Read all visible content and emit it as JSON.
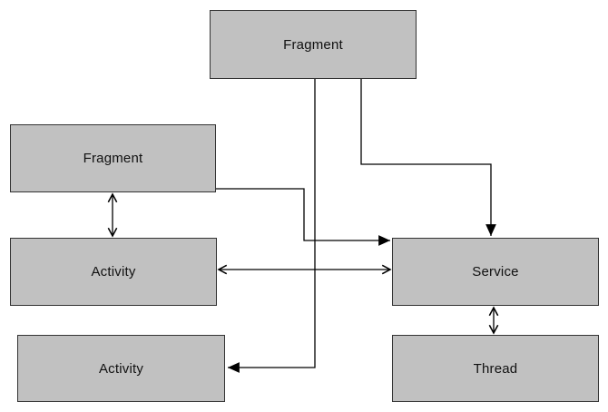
{
  "diagram": {
    "type": "component-diagram",
    "background_color": "#ffffff",
    "node_fill_color": "#c1c1c1",
    "node_border_color": "#333333",
    "connector_color": "#000000",
    "nodes": [
      {
        "id": "fragment-top",
        "label": "Fragment"
      },
      {
        "id": "fragment-left",
        "label": "Fragment"
      },
      {
        "id": "activity-middle",
        "label": "Activity"
      },
      {
        "id": "activity-bottom",
        "label": "Activity"
      },
      {
        "id": "service",
        "label": "Service"
      },
      {
        "id": "thread",
        "label": "Thread"
      }
    ],
    "connectors": [
      {
        "from": "fragment-left",
        "to": "activity-middle",
        "style": "double-open-arrow",
        "route": "vertical"
      },
      {
        "from": "activity-middle",
        "to": "service",
        "style": "double-open-arrow",
        "route": "horizontal"
      },
      {
        "from": "service",
        "to": "thread",
        "style": "double-open-arrow",
        "route": "vertical"
      },
      {
        "from": "fragment-top",
        "to": "service",
        "style": "filled-arrow-to-target",
        "route": "orthogonal-down-right-down"
      },
      {
        "from": "fragment-top",
        "to": "activity-bottom",
        "style": "filled-arrow-to-target",
        "route": "orthogonal-down-left"
      },
      {
        "from": "fragment-left",
        "to": "service",
        "style": "filled-arrow-to-target",
        "route": "orthogonal-right-down-right"
      }
    ]
  }
}
